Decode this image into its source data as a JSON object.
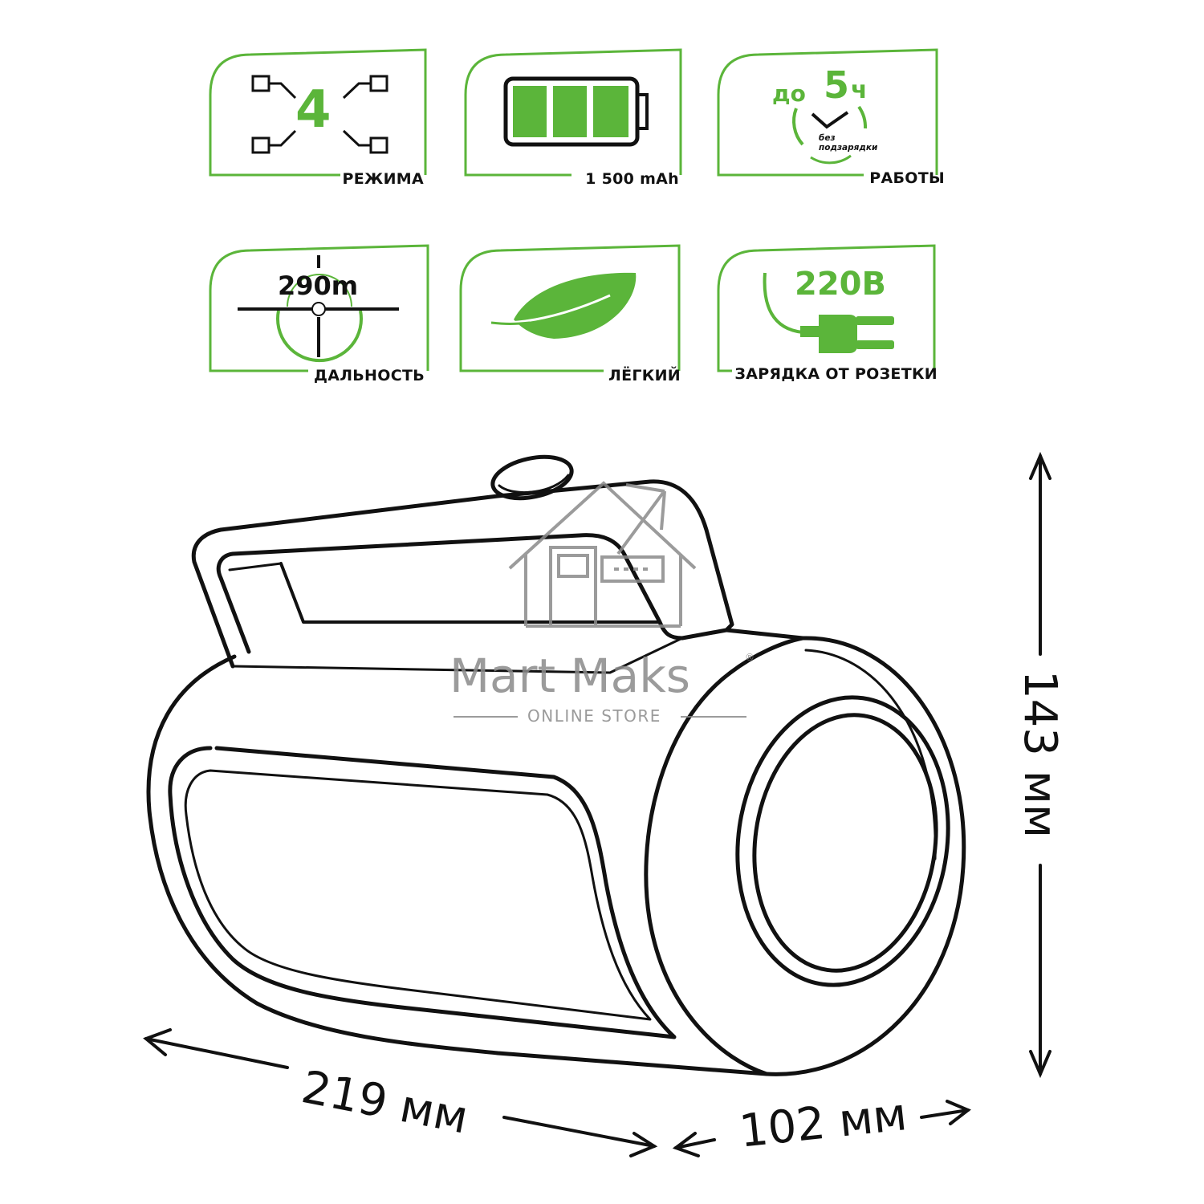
{
  "colors": {
    "accent": "#5bb53a",
    "line": "#111111",
    "watermark": "#8a8a8a"
  },
  "features": {
    "modes": {
      "number": "4",
      "label": "РЕЖИМА",
      "icon": "modes-icon"
    },
    "battery": {
      "label": "1 500 mAh",
      "icon": "battery-icon"
    },
    "runtime": {
      "prefix": "до",
      "number": "5",
      "unit": "ч",
      "note_line1": "без",
      "note_line2": "подзарядки",
      "label": "РАБОТЫ",
      "icon": "clock-icon"
    },
    "range": {
      "value": "290m",
      "label": "ДАЛЬНОСТЬ",
      "icon": "crosshair-icon"
    },
    "weight": {
      "label": "ЛЁГКИЙ",
      "icon": "feather-icon"
    },
    "charging": {
      "voltage": "220В",
      "label": "ЗАРЯДКА ОТ РОЗЕТКИ",
      "icon": "plug-icon"
    }
  },
  "dimensions": {
    "length": "219 мм",
    "width": "102 мм",
    "height": "143 мм"
  },
  "watermark": {
    "title": "Mart Maks",
    "subtitle": "ONLINE STORE",
    "mark": "®"
  }
}
